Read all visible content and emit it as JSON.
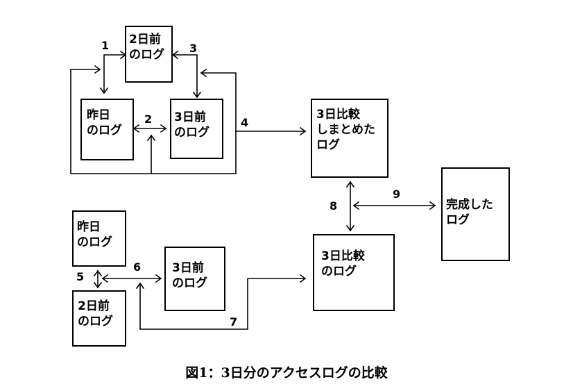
{
  "boxes": {
    "two_days_ago_top": "2日前\nのログ",
    "yesterday_top": "昨日\nのログ",
    "three_days_ago_top": "3日前\nのログ",
    "three_day_summary": "3日比較\nしまとめた\nログ",
    "completed_log": "完成した\nログ",
    "yesterday_bottom": "昨日\nのログ",
    "two_days_ago_bottom": "2日前\nのログ",
    "three_days_ago_bottom": "3日前\nのログ",
    "three_day_compare": "3日比較\nのログ"
  },
  "labels": {
    "n1": "1",
    "n2": "2",
    "n3": "3",
    "n4": "4",
    "n5": "5",
    "n6": "6",
    "n7": "7",
    "n8": "8",
    "n9": "9"
  },
  "caption": "図1：3日分のアクセスログの比較"
}
